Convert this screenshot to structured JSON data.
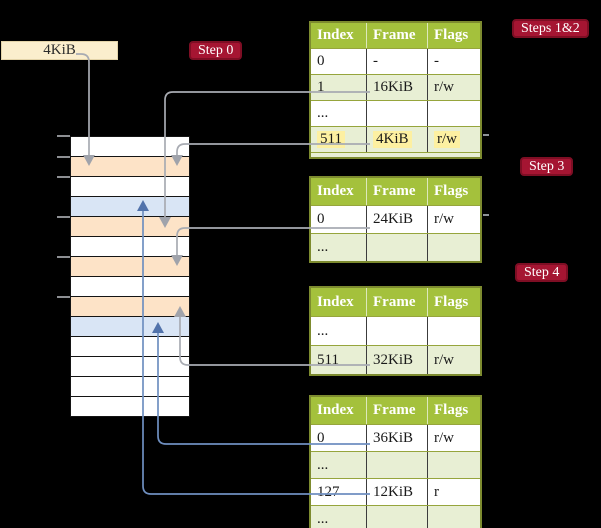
{
  "labels": {
    "page_size_box": "4KiB"
  },
  "badges": {
    "step0": "Step 0",
    "steps12": "Steps 1&2",
    "step3": "Step 3",
    "step4": "Step 4"
  },
  "tables": [
    {
      "title": "page table referenced in steps 1 and 2",
      "headers": [
        "Index",
        "Frame",
        "Flags"
      ],
      "rows": [
        {
          "cells": [
            "0",
            "-",
            "-"
          ],
          "shade": false,
          "highlight": false
        },
        {
          "cells": [
            "1",
            "16KiB",
            "r/w"
          ],
          "shade": true,
          "highlight": false
        },
        {
          "cells": [
            "...",
            "",
            ""
          ],
          "shade": false,
          "highlight": false
        },
        {
          "cells": [
            "511",
            "4KiB",
            "r/w"
          ],
          "shade": true,
          "highlight": true
        }
      ]
    },
    {
      "title": "page table referenced in step 3",
      "headers": [
        "Index",
        "Frame",
        "Flags"
      ],
      "rows": [
        {
          "cells": [
            "0",
            "24KiB",
            "r/w"
          ],
          "shade": false,
          "highlight": false
        },
        {
          "cells": [
            "...",
            "",
            ""
          ],
          "shade": true,
          "highlight": false
        }
      ]
    },
    {
      "title": "page table referenced in step 4",
      "headers": [
        "Index",
        "Frame",
        "Flags"
      ],
      "rows": [
        {
          "cells": [
            "...",
            "",
            ""
          ],
          "shade": false,
          "highlight": false
        },
        {
          "cells": [
            "511",
            "32KiB",
            "r/w"
          ],
          "shade": true,
          "highlight": false
        }
      ]
    },
    {
      "title": "final level page table",
      "headers": [
        "Index",
        "Frame",
        "Flags"
      ],
      "rows": [
        {
          "cells": [
            "0",
            "36KiB",
            "r/w"
          ],
          "shade": false,
          "highlight": false
        },
        {
          "cells": [
            "...",
            "",
            ""
          ],
          "shade": true,
          "highlight": false
        },
        {
          "cells": [
            "127",
            "12KiB",
            "r"
          ],
          "shade": false,
          "highlight": false
        },
        {
          "cells": [
            "...",
            "",
            ""
          ],
          "shade": true,
          "highlight": false
        }
      ]
    }
  ],
  "memory_strip": {
    "row_colors": [
      "white",
      "orange",
      "white",
      "blue",
      "orange",
      "white",
      "orange",
      "white",
      "orange",
      "blue",
      "white",
      "white",
      "white",
      "white"
    ]
  },
  "colors": {
    "background": "#000000",
    "table_header_green": "#a4c13c",
    "table_row_green": "#e8efd4",
    "table_border_olive": "#7d8b2f",
    "highlight_yellow": "#fdf0a1",
    "badge_red": "#a51532",
    "label_cream": "#fbeecd",
    "frame_orange": "#fde3c7",
    "frame_blue": "#d9e5f5",
    "arrow_gray": "#a8abb2",
    "arrow_blue": "#6f8fc0"
  }
}
